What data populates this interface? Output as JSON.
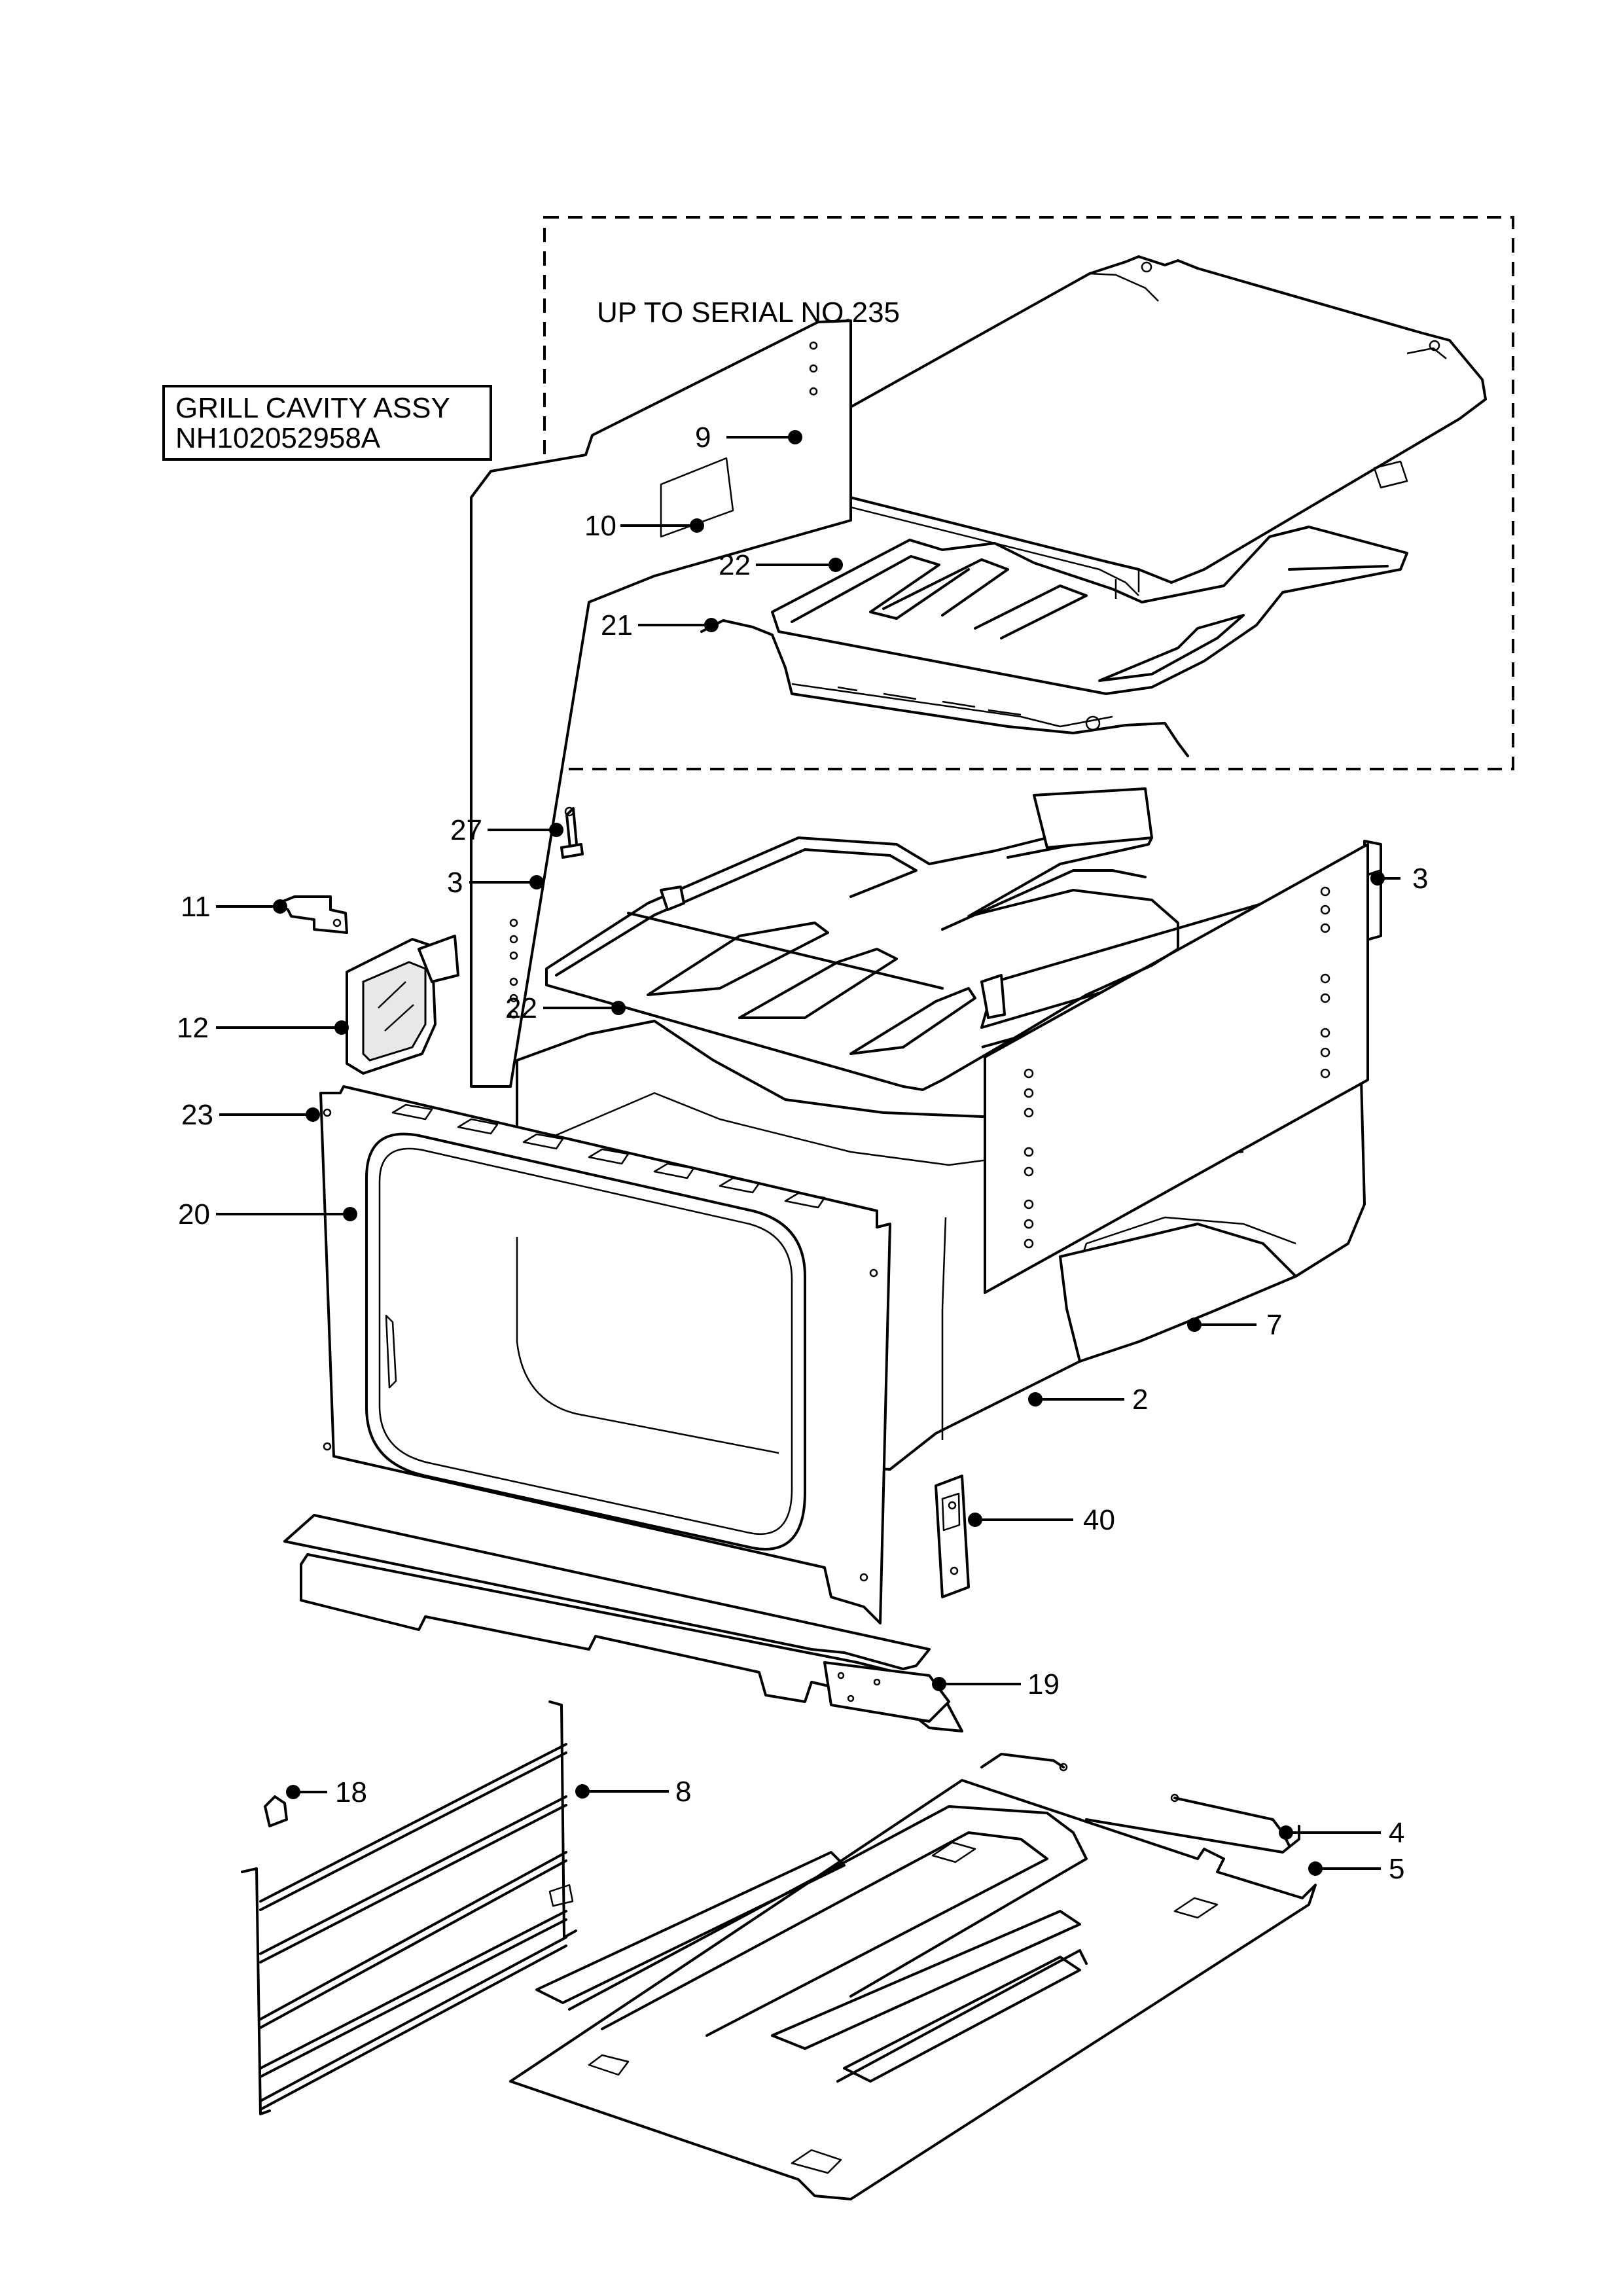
{
  "assembly": {
    "name": "GRILL CAVITY ASSY",
    "code": "NH102052958A"
  },
  "variant_note": "UP TO SERIAL NO.235",
  "callouts": [
    {
      "id": "c9",
      "number": "9"
    },
    {
      "id": "c10",
      "number": "10"
    },
    {
      "id": "c22a",
      "number": "22"
    },
    {
      "id": "c21",
      "number": "21"
    },
    {
      "id": "c27",
      "number": "27"
    },
    {
      "id": "c3a",
      "number": "3"
    },
    {
      "id": "c3b",
      "number": "3"
    },
    {
      "id": "c11",
      "number": "11"
    },
    {
      "id": "c12",
      "number": "12"
    },
    {
      "id": "c22b",
      "number": "22"
    },
    {
      "id": "c23",
      "number": "23"
    },
    {
      "id": "c20",
      "number": "20"
    },
    {
      "id": "c7",
      "number": "7"
    },
    {
      "id": "c2",
      "number": "2"
    },
    {
      "id": "c40",
      "number": "40"
    },
    {
      "id": "c19",
      "number": "19"
    },
    {
      "id": "c18",
      "number": "18"
    },
    {
      "id": "c8",
      "number": "8"
    },
    {
      "id": "c4",
      "number": "4"
    },
    {
      "id": "c5",
      "number": "5"
    }
  ]
}
